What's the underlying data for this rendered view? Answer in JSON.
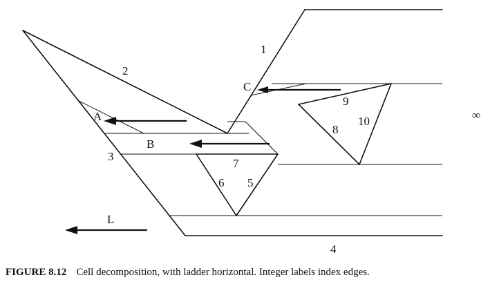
{
  "figure": {
    "edge_labels": [
      "1",
      "2",
      "3",
      "4",
      "5",
      "6",
      "7",
      "8",
      "9",
      "10"
    ],
    "cell_labels": [
      "A",
      "B",
      "C"
    ],
    "ladder_label": "L",
    "infinity_symbol": "∞"
  },
  "caption": {
    "number": "FIGURE 8.12",
    "text": "Cell decomposition, with ladder horizontal. Integer labels index edges."
  }
}
